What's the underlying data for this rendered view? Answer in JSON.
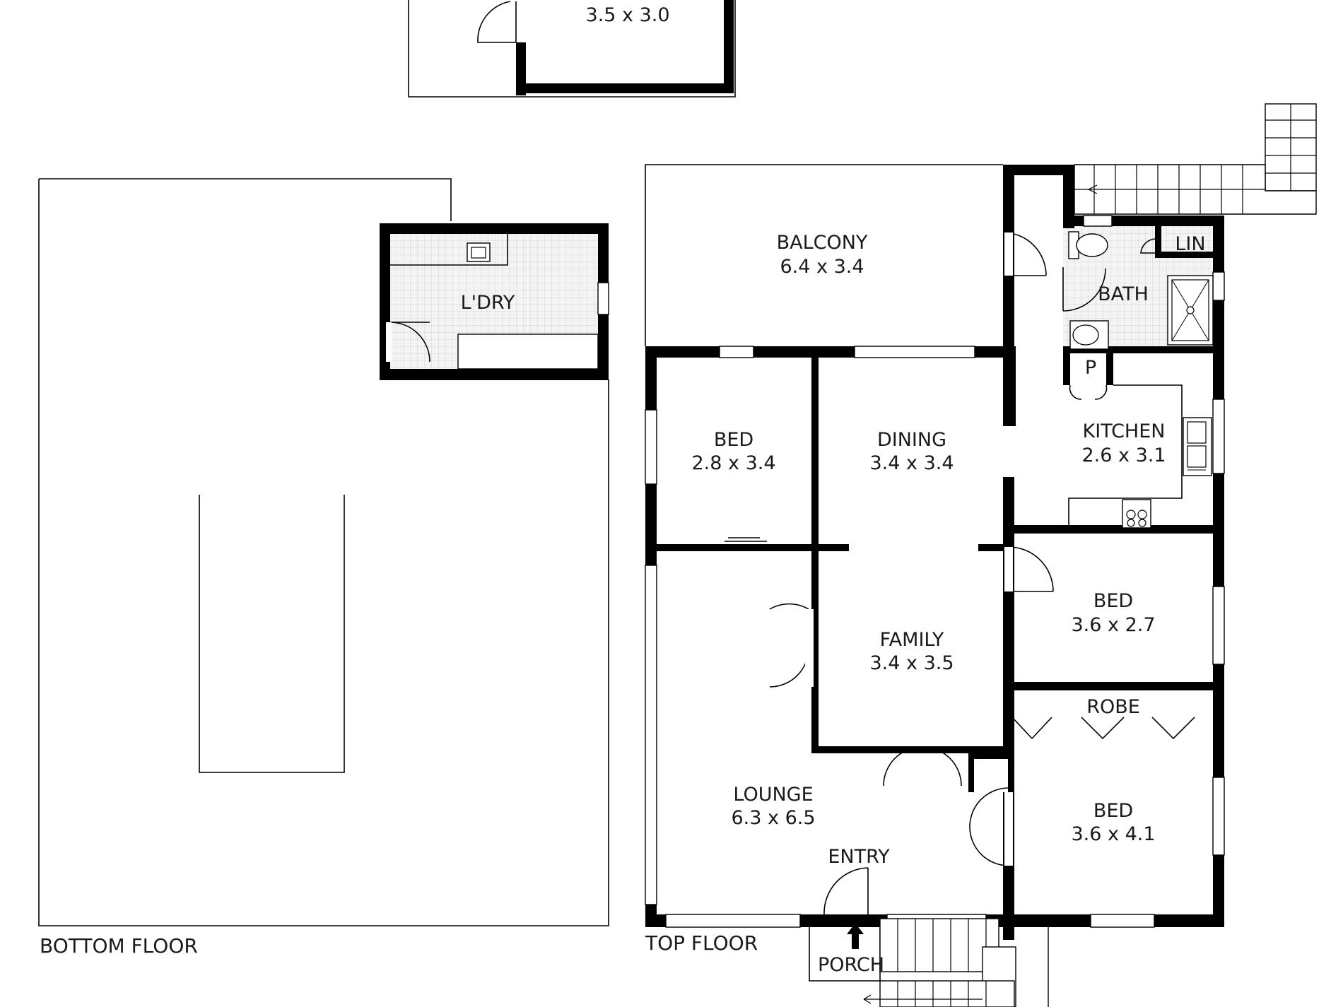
{
  "floors": {
    "bottom": "BOTTOM FLOOR",
    "top": "TOP FLOOR"
  },
  "rooms": {
    "upper_room": {
      "name": "",
      "dims": "3.5 x 3.0"
    },
    "laundry": {
      "name": "L'DRY",
      "dims": ""
    },
    "balcony": {
      "name": "BALCONY",
      "dims": "6.4 x 3.4"
    },
    "lin": {
      "name": "LIN",
      "dims": ""
    },
    "bath": {
      "name": "BATH",
      "dims": ""
    },
    "pantry": {
      "name": "P",
      "dims": ""
    },
    "kitchen": {
      "name": "KITCHEN",
      "dims": "2.6 x 3.1"
    },
    "bed1": {
      "name": "BED",
      "dims": "2.8 x 3.4"
    },
    "dining": {
      "name": "DINING",
      "dims": "3.4 x 3.4"
    },
    "bed2": {
      "name": "BED",
      "dims": "3.6 x 2.7"
    },
    "family": {
      "name": "FAMILY",
      "dims": "3.4 x 3.5"
    },
    "robe": {
      "name": "ROBE",
      "dims": ""
    },
    "lounge": {
      "name": "LOUNGE",
      "dims": "6.3 x 6.5"
    },
    "bed3": {
      "name": "BED",
      "dims": "3.6 x 4.1"
    },
    "entry": {
      "name": "ENTRY",
      "dims": ""
    },
    "porch": {
      "name": "PORCH",
      "dims": ""
    }
  },
  "icons": {
    "entry_arrow": "arrow-up-icon",
    "sink": "sink-icon",
    "toilet": "toilet-icon",
    "shower": "shower-icon",
    "basin": "basin-icon",
    "cooktop": "cooktop-icon",
    "kitchen_sink": "double-sink-icon"
  },
  "colors": {
    "wall": "#000000",
    "background": "#ffffff",
    "tile": "#d9d9d9"
  }
}
